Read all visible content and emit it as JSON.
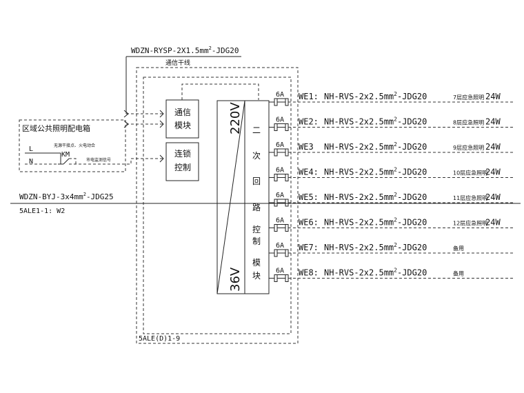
{
  "top_cable": {
    "label": "WDZN-RYSP-2X1.5mm",
    "sup": "2",
    "suffix": "-JDG20",
    "sub_label": "通信干线"
  },
  "distribution_box": {
    "title": "区域公共照明配电箱",
    "note": "无源干接点、火电动合",
    "l_label": "L",
    "n_label": "N",
    "km_label": "KM",
    "signal_label": "市电监测信号"
  },
  "modules": {
    "comm": [
      "通信",
      "模块"
    ],
    "interlock": [
      "连锁",
      "控制"
    ]
  },
  "transformer": {
    "high_v": "220V",
    "low_v": "36V",
    "chars": [
      "二",
      "次",
      "回",
      "路",
      "控",
      "制",
      "模",
      "块"
    ]
  },
  "feed_cable": {
    "label": "WDZN-BYJ-3x4mm",
    "sup": "2",
    "suffix": "-JDG25",
    "source": "5ALE1-1: W2"
  },
  "panel_name": "5ALE(D)1-9",
  "circuits": [
    {
      "breaker": "6A",
      "id": "WE1:",
      "cable": "NH-RVS-2x2.5mm",
      "sup": "2",
      "suffix": "-JDG20",
      "load": "7层应急照明",
      "power": "24W"
    },
    {
      "breaker": "6A",
      "id": "WE2:",
      "cable": "NH-RVS-2x2.5mm",
      "sup": "2",
      "suffix": "-JDG20",
      "load": "8层应急照明",
      "power": "24W"
    },
    {
      "breaker": "6A",
      "id": "WE3",
      "cable": "NH-RVS-2x2.5mm",
      "sup": "2",
      "suffix": "-JDG20",
      "load": "9层应急照明",
      "power": "24W"
    },
    {
      "breaker": "6A",
      "id": "WE4:",
      "cable": "NH-RVS-2x2.5mm",
      "sup": "2",
      "suffix": "-JDG20",
      "load": "10层应急照明",
      "power": "24W"
    },
    {
      "breaker": "6A",
      "id": "WE5:",
      "cable": "NH-RVS-2x2.5mm",
      "sup": "2",
      "suffix": "-JDG20",
      "load": "11层应急照明",
      "power": "24W"
    },
    {
      "breaker": "6A",
      "id": "WE6:",
      "cable": "NH-RVS-2x2.5mm",
      "sup": "2",
      "suffix": "-JDG20",
      "load": "12层应急照明",
      "power": "24W"
    },
    {
      "breaker": "6A",
      "id": "WE7:",
      "cable": "NH-RVS-2x2.5mm",
      "sup": "2",
      "suffix": "-JDG20",
      "load": "备用",
      "power": ""
    },
    {
      "breaker": "6A",
      "id": "WE8:",
      "cable": "NH-RVS-2x2.5mm",
      "sup": "2",
      "suffix": "-JDG20",
      "load": "备用",
      "power": ""
    }
  ]
}
